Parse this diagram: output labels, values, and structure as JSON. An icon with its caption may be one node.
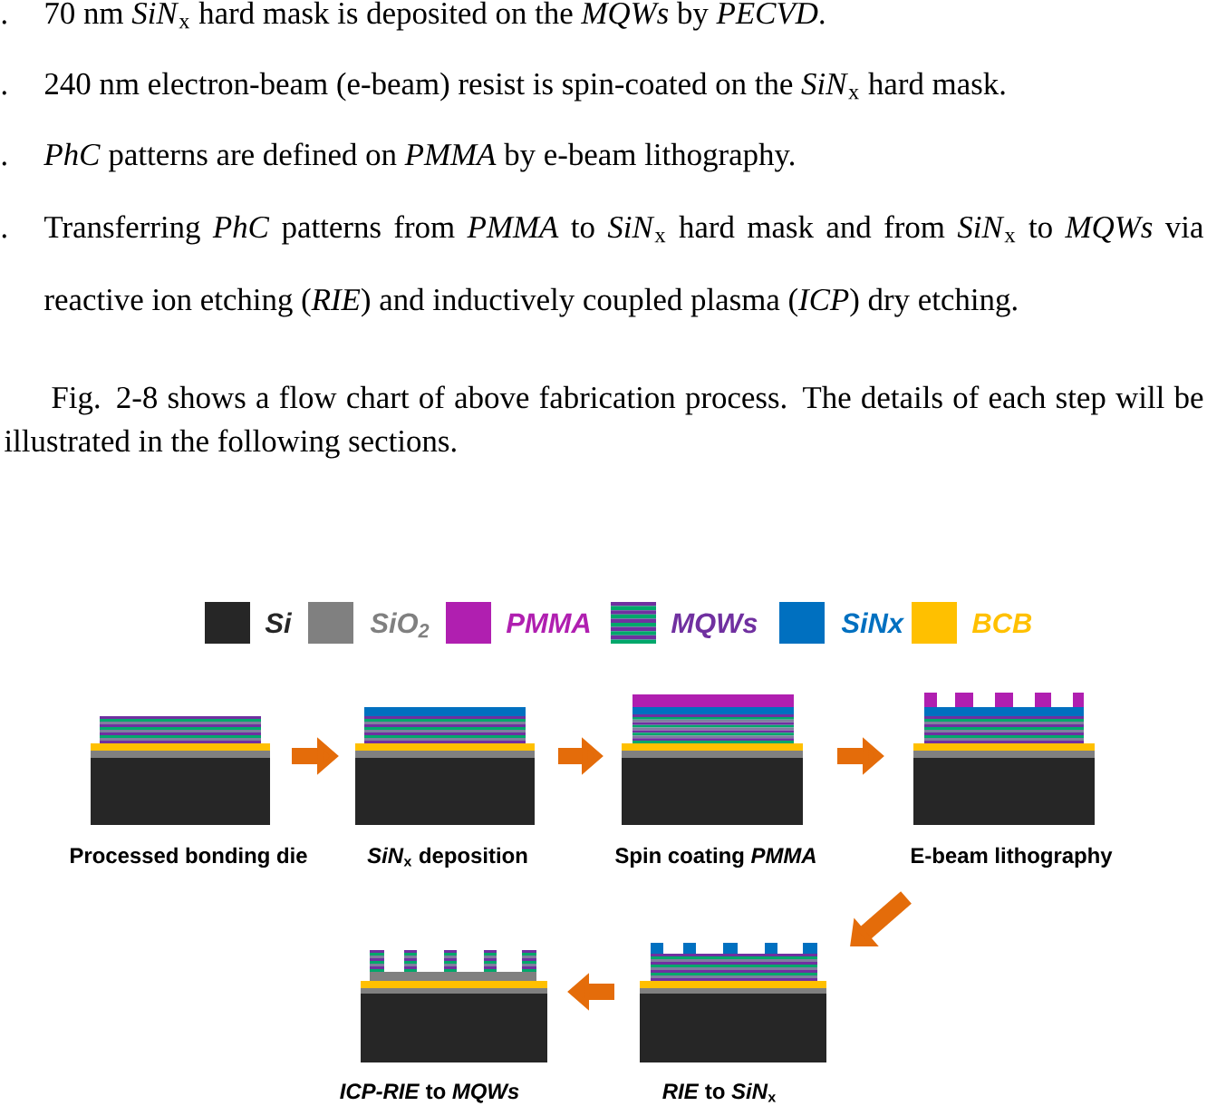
{
  "diagram": {
    "nodes": [
      {
        "text": [
          "Processed bonding die"
        ]
      },
      {
        "text": [
          "*SiN*$_{x}$ deposition"
        ]
      },
      {
        "text": [
          "Spin coating *PMMA*"
        ]
      },
      {
        "text": [
          "E-beam lithography"
        ]
      },
      {
        "text": [
          "*ICP-RIE* to *MQWs*"
        ]
      },
      {
        "text": [
          "*RIE* to *SiN*$_{x}$"
        ]
      }
    ],
    "edges": [
      {
        "from": 0,
        "to": 1,
        "arrow": "to"
      },
      {
        "from": 1,
        "to": 2,
        "arrow": "to"
      },
      {
        "from": 2,
        "to": 3,
        "arrow": "to"
      },
      {
        "from": 3,
        "to": 5,
        "arrow": "to"
      },
      {
        "from": 5,
        "to": 4,
        "arrow": "to"
      }
    ],
    "labels": [
      ".",
      "70 nm *SiN*$_{x}$ hard mask is deposited on the *MQWs* by *PECVD*.",
      ".",
      "240 nm electron-beam (e-beam) resist is spin-coated on the *SiN*$_{x}$ hard mask.",
      ".",
      "*PhC* patterns are defined on *PMMA* by e-beam lithography.",
      ".",
      "Transferring *PhC* patterns from *PMMA* to *SiN*$_{x}$ hard mask and from *SiN*$_{x}$ to *MQWs* via reactive ion etching (*RIE*) and inductively coupled plasma (*ICP*) dry etching.",
      "Fig. 2-8 shows a flow chart of above fabrication process. The details of each step will be illustrated in the following sections."
    ],
    "legend": [
      {
        "text": "Si",
        "color": "#262626"
      },
      {
        "text": "SiO$_{2}$",
        "color": "#808080"
      },
      {
        "text": "PMMA",
        "color": "#b01fb0"
      },
      {
        "text": "MQWs"
      },
      {
        "text": "SiNx",
        "color": "#0070c0"
      },
      {
        "text": "BCB",
        "color": "#ffc000"
      }
    ]
  }
}
